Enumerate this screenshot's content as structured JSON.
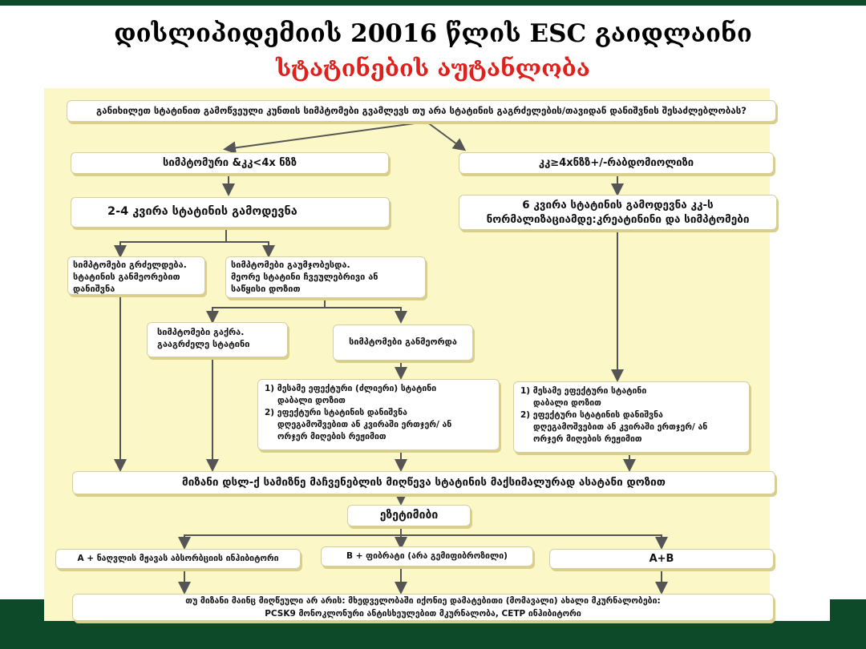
{
  "title": "დისლიპიდემიის 20016 წლის ESC  გაიდლაინი",
  "subtitle": "სტატინების აუტანლობა",
  "nodes": {
    "question": "განიხილეთ სტატინით გამოწვეული კუნთის სიმპტომები გვამლევს  თუ არა სტატინის გაგრძელების/თავიდან დანიშვნის შესაძლებლობას?",
    "symptomatic": "სიმპტომური &კკ<4x ნზზ",
    "ck_high": "კკ≥4xნზზ+/-რაბდომიოლიზი",
    "washout_short": "2-4  კვირა სტატინის გამოდევნა",
    "washout_long_l1": "6 კვირა სტატინის გამოდევნა კკ-ს",
    "washout_long_l2": "ნორმალიზაციამდე:კრეატინინი და სიმპტომები",
    "persist_l1": "სიმპტომები გრძელდება.",
    "persist_l2": "სტატინის განმეორებით",
    "persist_l3": "დანიშვნა",
    "improve_l1": "სიმპტომები გაუმჯობესდა.",
    "improve_l2": "მეორე სტატინი ჩვეულებრივი ან",
    "improve_l3": "საწყისი დოზით",
    "gone_l1": "სიმპტომები გაქრა.",
    "gone_l2": "გააგრძელე სტატინი",
    "recur": "სიმპტომები განმეორდა",
    "opt_left_1a": "1) მესამე ეფექტური (ძლიერი) სტატინი",
    "opt_left_1b": "დაბალი დოზით",
    "opt_left_2a": "2) ეფექტური სტატინის დანიშვნა",
    "opt_left_2b": "დღეგამოშვებით ან კვირაში ერთჯერ/ ან",
    "opt_left_2c": "ორჯერ მიღების რეჟიმით",
    "opt_right_1a": "1) მესამე ეფექტური სტატინი",
    "opt_right_1b": "დაბალი დოზით",
    "opt_right_2a": "2) ეფექტური სტატინის დანიშვნა",
    "opt_right_2b": "დღეგამოშვებით ან კვირაში ერთჯერ/ ან",
    "opt_right_2c": "ორჯერ მიღების რეჟიმით",
    "target": "მიზანი დსლ-ქ სამიზნე მაჩვენებლის მიღწევა სტატინის მაქსიმალურად ასატანი დოზით",
    "ezetimibe": "ეზეტიმიბი",
    "branch_a": "A +  ნაღვლის მჟავას აბსორბციის ინჰიბიტორი",
    "branch_b": "B + ფიბრატი (არა გემიფიბროზილი)",
    "branch_ab": "A+B",
    "final_l1": "თუ მიზანი მაინც მიღწეული არ არის: მხედველობაში იქონიე  დამატებითი (მომავალი) ახალი  მკურნალობები:",
    "final_l2": "PCSK9  მონოკლონური  ანტისხეულებით მკურნალობა, CETP ინჰიბიტორი"
  }
}
